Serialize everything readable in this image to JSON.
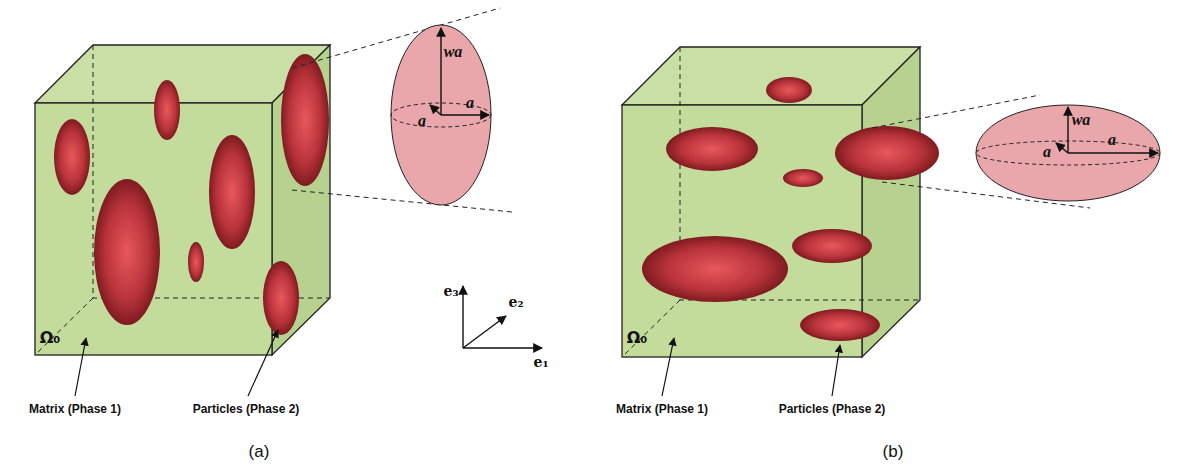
{
  "diagram": {
    "labels": [
      "wa",
      "a",
      "a",
      "e₃",
      "e₂",
      "e₁",
      "Ω₀",
      "Matrix (Phase 1)",
      "Particles (Phase 2)",
      "(a)",
      "wa",
      "a",
      "a",
      "Ω₀",
      "Matrix (Phase 1)",
      "Particles (Phase 2)",
      "(b)"
    ]
  }
}
